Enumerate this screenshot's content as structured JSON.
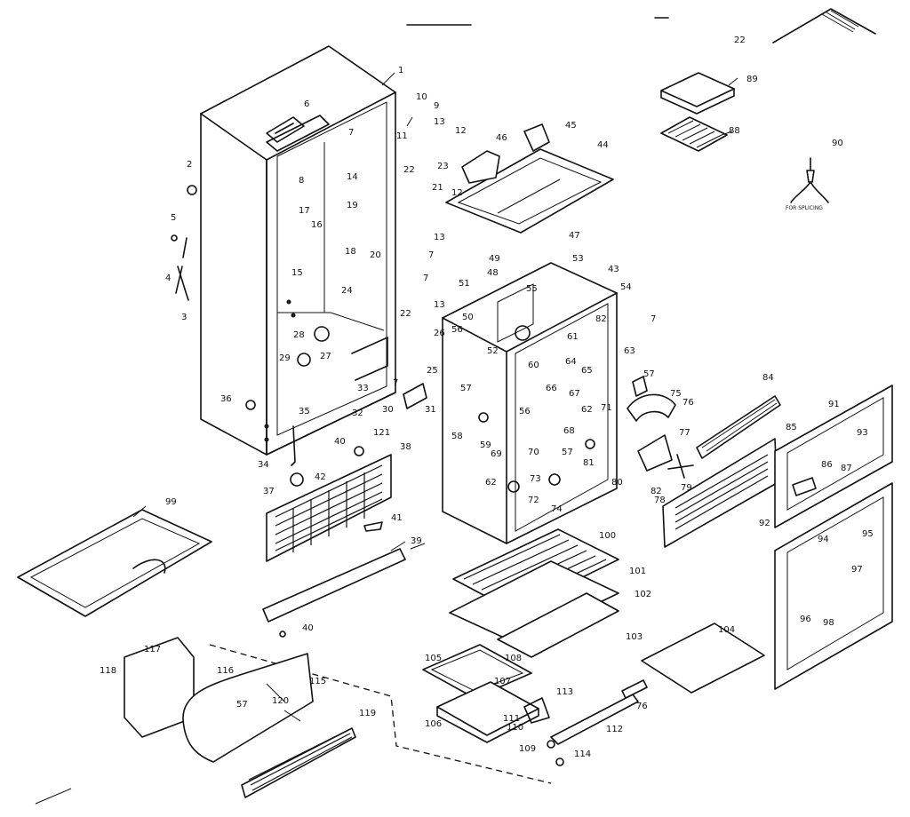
{
  "diagram": {
    "note_splicing": "FOR SPLICING",
    "labels": [
      "22",
      "1",
      "6",
      "7",
      "10",
      "9",
      "13",
      "12",
      "11",
      "2",
      "5",
      "4",
      "3",
      "8",
      "17",
      "19",
      "16",
      "15",
      "18",
      "14",
      "22",
      "23",
      "21",
      "12",
      "13",
      "7",
      "20",
      "7",
      "24",
      "13",
      "22",
      "26",
      "25",
      "28",
      "29",
      "27",
      "7",
      "33",
      "30",
      "31",
      "36",
      "35",
      "32",
      "34",
      "40",
      "121",
      "37",
      "42",
      "38",
      "41",
      "39",
      "40",
      "99",
      "46",
      "45",
      "44",
      "89",
      "88",
      "90",
      "47",
      "49",
      "48",
      "51",
      "53",
      "43",
      "54",
      "55",
      "50",
      "52",
      "56",
      "82",
      "7",
      "61",
      "63",
      "60",
      "64",
      "65",
      "57",
      "57",
      "75",
      "76",
      "66",
      "67",
      "62",
      "71",
      "58",
      "56",
      "68",
      "59",
      "69",
      "57",
      "70",
      "81",
      "77",
      "80",
      "62",
      "73",
      "72",
      "74",
      "79",
      "78",
      "82",
      "84",
      "85",
      "91",
      "93",
      "86",
      "87",
      "92",
      "95",
      "94",
      "97",
      "96",
      "98",
      "100",
      "101",
      "102",
      "103",
      "104",
      "108",
      "105",
      "107",
      "113",
      "76",
      "111",
      "110",
      "106",
      "112",
      "109",
      "114",
      "117",
      "116",
      "118",
      "115",
      "57",
      "120",
      "119"
    ]
  }
}
